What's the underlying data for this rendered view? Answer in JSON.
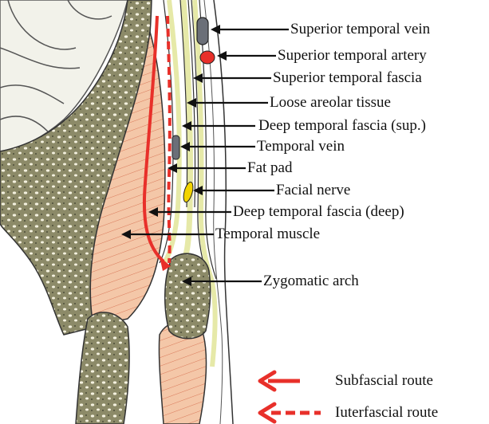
{
  "labels": {
    "superior_temporal_vein": "Superior temporal vein",
    "superior_temporal_artery": "Superior temporal artery",
    "superior_temporal_fascia": "Superior temporal fascia",
    "loose_areolar_tissue": "Loose areolar tissue",
    "deep_temporal_fascia_sup": "Deep temporal fascia (sup.)",
    "temporal_vein": "Temporal vein",
    "fat_pad": "Fat pad",
    "facial_nerve": "Facial nerve",
    "deep_temporal_fascia_deep": "Deep temporal fascia (deep)",
    "temporal_muscle": "Temporal muscle",
    "zygomatic_arch": "Zygomatic arch"
  },
  "legend": {
    "subfascial": "Subfascial route",
    "interfascial": "Iuterfascial route"
  },
  "colors": {
    "route_red": "#e8302a",
    "fascia_yellow": "#e6e9a8",
    "muscle_peach": "#f3c4a4",
    "bone_olive": "#8f8e6c",
    "vein_gray": "#6b6f78",
    "nerve_yellow": "#f2d400"
  }
}
